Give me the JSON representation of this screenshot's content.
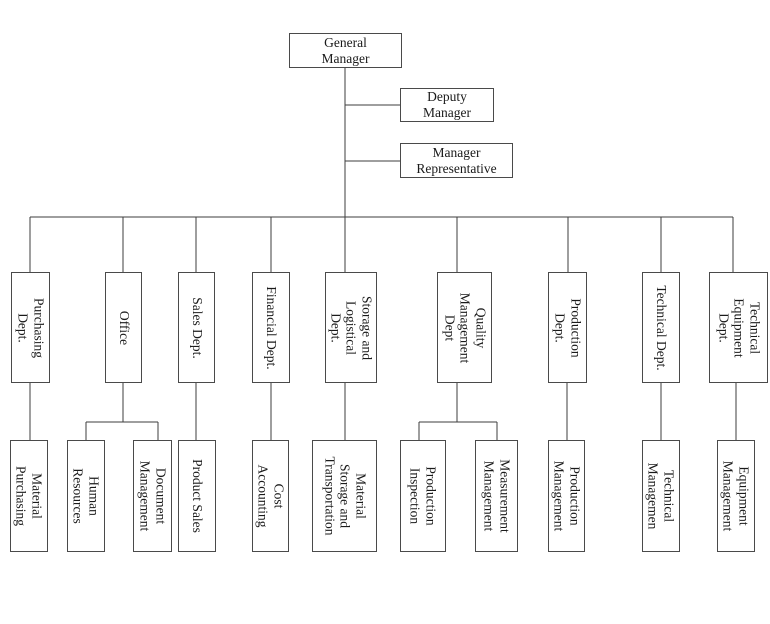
{
  "org": {
    "general_manager": "General\nManager",
    "deputy_manager": "Deputy\nManager",
    "manager_representative": "Manager\nRepresentative",
    "departments": [
      {
        "name": "Purchasing\nDept.",
        "subs": [
          "Material\nPurchasing"
        ]
      },
      {
        "name": "Office",
        "subs": [
          "Human\nResources",
          "Document\nManagement"
        ]
      },
      {
        "name": "Sales Dept.",
        "subs": [
          "Product Sales"
        ]
      },
      {
        "name": "Financial Dept.",
        "subs": [
          "Cost\nAccounting"
        ]
      },
      {
        "name": "Storage and\nLogistical\nDept.",
        "subs": [
          "Material\nStorage and\nTransportation"
        ]
      },
      {
        "name": "Quality\nManagement\nDept",
        "subs": [
          "Production\nInspection",
          "Measurement\nManagement"
        ]
      },
      {
        "name": "Production\nDept.",
        "subs": [
          "Production\nManagement"
        ]
      },
      {
        "name": "Technical Dept.",
        "subs": [
          "Technical\nManagemen"
        ]
      },
      {
        "name": "Technical\nEquipment\nDept.",
        "subs": [
          "Equipment\nManagement"
        ]
      }
    ],
    "colors": {
      "line": "#3d3d3d",
      "border": "#4a4a4a",
      "text": "#1a1a1a",
      "background": "#ffffff"
    }
  }
}
